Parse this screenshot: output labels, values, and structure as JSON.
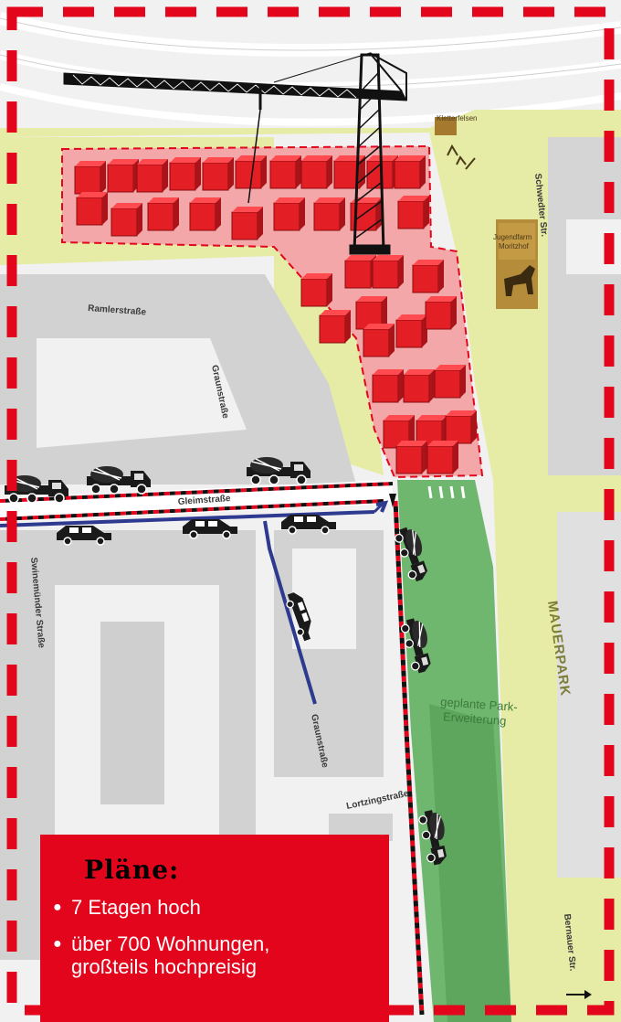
{
  "streets": {
    "ramlerstrasse": "Ramlerstraße",
    "graunstrasse_north": "Graunstraße",
    "graunstrasse_south": "Graunstraße",
    "gleimstrasse": "Gleimstraße",
    "swinemuender": "Swinemünder Straße",
    "lortzingstrasse": "Lortzingstraße",
    "schwedter": "Schwedter Str.",
    "bernauer": "Bernauer Str."
  },
  "places": {
    "mauerpark": "MAUERPARK",
    "park_extension": "geplante Park-\nErweiterung",
    "kletterfelsen": "Kletterfelsen",
    "jugendfarm": "Jugendfarm\nMoritzhof"
  },
  "plans": {
    "title": "Pläne:",
    "bullet": "●",
    "items": [
      "7 Etagen hoch",
      "über 700 Wohnungen,\ngroßteils hochpreisig"
    ]
  },
  "colors": {
    "frame_dash": "#e3051b",
    "buildings": "#e31e24",
    "park_green": "#6fb66f",
    "field_yellow": "#e6eba6",
    "traffic_route": "#2e3a8f"
  },
  "icons": [
    "crane-icon",
    "cement-mixer-truck-icon",
    "car-icon",
    "horse-icon",
    "playground-icon",
    "arrow-icon"
  ]
}
